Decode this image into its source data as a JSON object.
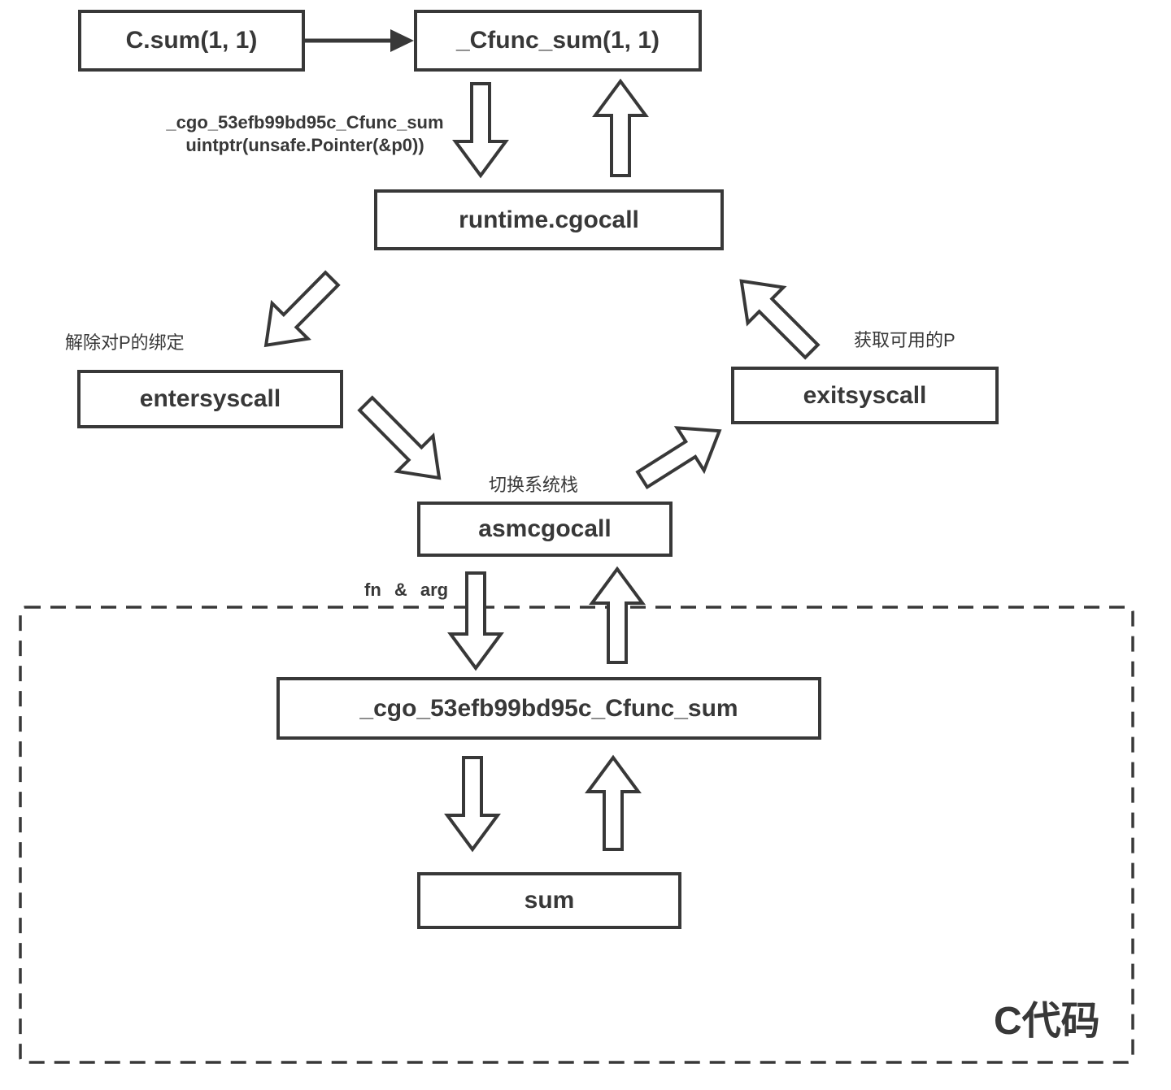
{
  "diagram": {
    "nodes": {
      "c_sum": {
        "label": "C.sum(1, 1)"
      },
      "cfunc_sum": {
        "label": "_Cfunc_sum(1, 1)"
      },
      "runtime_cgocall": {
        "label": "runtime.cgocall"
      },
      "entersyscall": {
        "label": "entersyscall"
      },
      "exitsyscall": {
        "label": "exitsyscall"
      },
      "asmcgocall": {
        "label": "asmcgocall"
      },
      "cgo_cfunc_sum": {
        "label": "_cgo_53efb99bd95c_Cfunc_sum"
      },
      "sum": {
        "label": "sum"
      }
    },
    "edge_labels": {
      "cgo_call_line1": "_cgo_53efb99bd95c_Cfunc_sum",
      "cgo_call_line2": "uintptr(unsafe.Pointer(&p0))",
      "unbind_p": "解除对P的绑定",
      "switch_stack": "切换系统栈",
      "acquire_p": "获取可用的P",
      "fn_arg": "fn & arg"
    },
    "container_label": "C代码",
    "colors": {
      "stroke": "#383838",
      "background": "#ffffff"
    }
  }
}
